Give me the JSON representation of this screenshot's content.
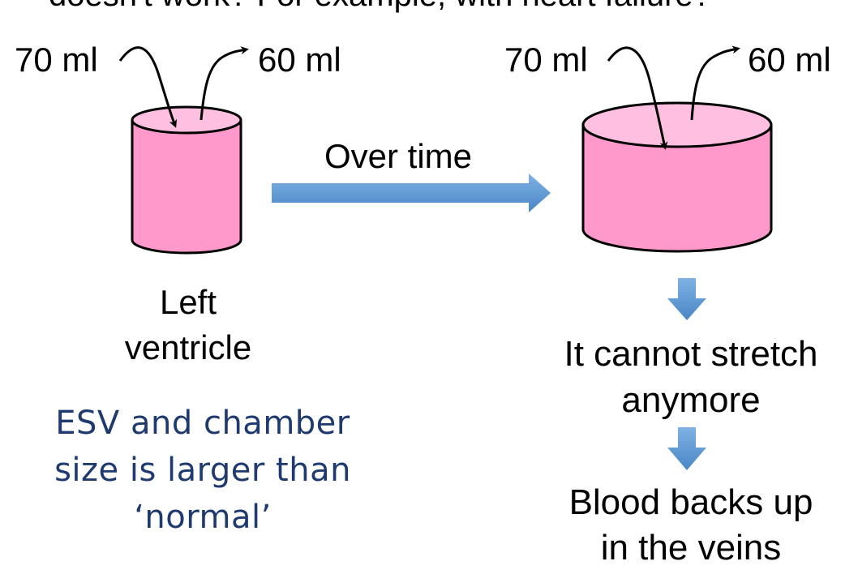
{
  "header": {
    "title_fragment": "doesn't work? For example, with heart failure?"
  },
  "left_cylinder": {
    "inflow": "70 ml",
    "outflow": "60 ml"
  },
  "right_cylinder": {
    "inflow": "70 ml",
    "outflow": "60 ml"
  },
  "transition_label": "Over time",
  "chamber_label": {
    "line1": "Left",
    "line2": "ventricle"
  },
  "note": {
    "line1": "ESV and chamber",
    "line2": "size is larger than",
    "line3": "‘normal’"
  },
  "consequences": {
    "first": {
      "line1": "It cannot stretch",
      "line2": "anymore"
    },
    "second": {
      "line1": "Blood backs up",
      "line2": "in the veins"
    }
  },
  "colors": {
    "cylinder_fill": "#ff99cc",
    "cylinder_top": "#ffbfe0",
    "arrow_blue": "#5b9bd5",
    "note_text": "#1f3a6e"
  }
}
